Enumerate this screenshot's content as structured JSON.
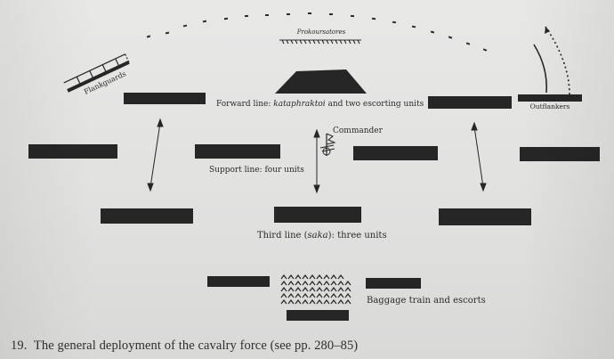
{
  "figure": {
    "number": "19.",
    "caption": "The general deployment of the cavalry force (see pp. 280–85)"
  },
  "labels": {
    "prokoursatores": "Prokoursatores",
    "flankguards": "Flankguards",
    "outflankers": "Outflankers",
    "forward_line_prefix": "Forward line: ",
    "forward_line_italic": "kataphraktoi",
    "forward_line_suffix": " and two escorting units",
    "commander": "Commander",
    "support_line": "Support line: four units",
    "third_line_prefix": "Third line (",
    "third_line_italic": "saka",
    "third_line_suffix": "): three units",
    "baggage": "Baggage train and escorts"
  },
  "icons": {
    "commander_standard": "flag-standard-icon",
    "arrows": "double-headed-arrow-icon",
    "baggage": "baggage-train-icon",
    "scouts": "scout-dash-icon"
  },
  "colors": {
    "ink": "#262626",
    "paper": "#e3e3e2"
  }
}
